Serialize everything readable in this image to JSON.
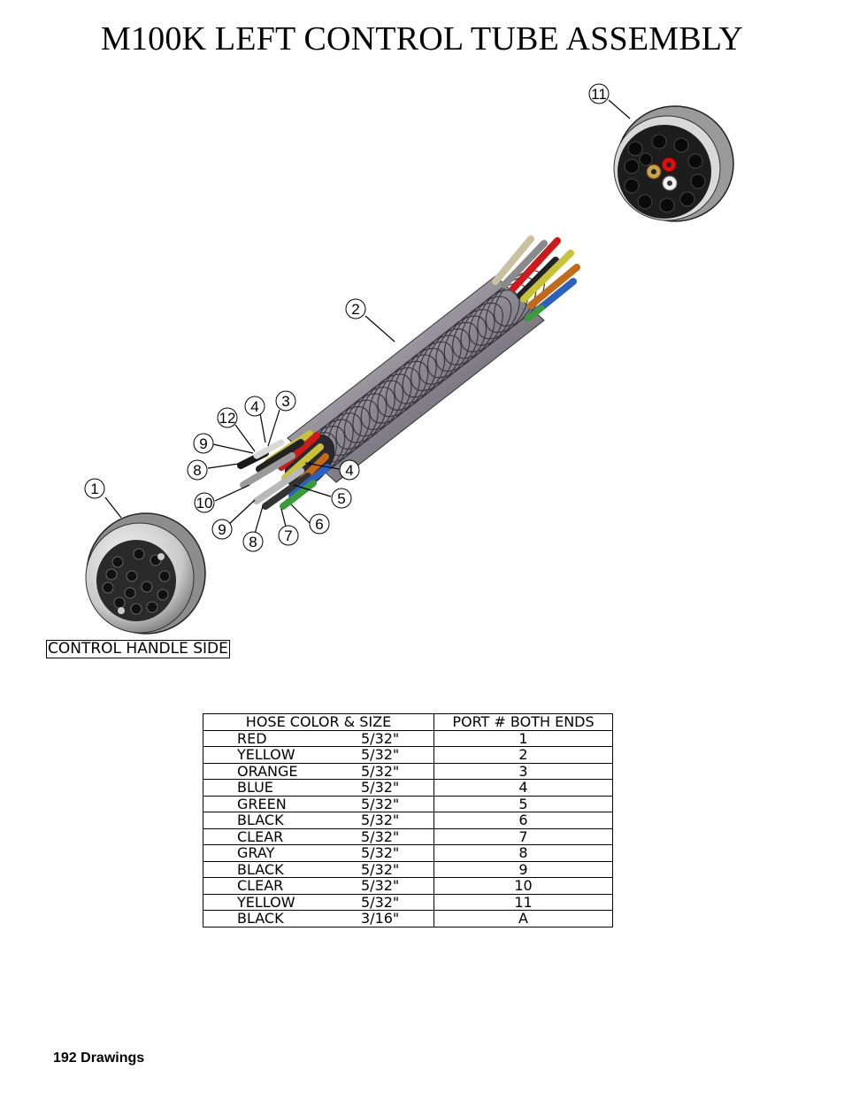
{
  "title": "M100K LEFT CONTROL TUBE ASSEMBLY",
  "control_handle_label": "CONTROL HANDLE SIDE",
  "callouts": [
    "11",
    "2",
    "3",
    "4",
    "12",
    "9",
    "8",
    "4",
    "5",
    "1",
    "10",
    "6",
    "9",
    "8",
    "7"
  ],
  "table": {
    "headers": [
      "HOSE COLOR & SIZE",
      "PORT # BOTH ENDS"
    ],
    "rows": [
      {
        "color": "RED",
        "size": "5/32\"",
        "port": "1"
      },
      {
        "color": "YELLOW",
        "size": "5/32\"",
        "port": "2"
      },
      {
        "color": "ORANGE",
        "size": "5/32\"",
        "port": "3"
      },
      {
        "color": "BLUE",
        "size": "5/32\"",
        "port": "4"
      },
      {
        "color": "GREEN",
        "size": "5/32\"",
        "port": "5"
      },
      {
        "color": "BLACK",
        "size": "5/32\"",
        "port": "6"
      },
      {
        "color": "CLEAR",
        "size": "5/32\"",
        "port": "7"
      },
      {
        "color": "GRAY",
        "size": "5/32\"",
        "port": "8"
      },
      {
        "color": "BLACK",
        "size": "5/32\"",
        "port": "9"
      },
      {
        "color": "CLEAR",
        "size": "5/32\"",
        "port": "10"
      },
      {
        "color": "YELLOW",
        "size": "5/32\"",
        "port": "11"
      },
      {
        "color": "BLACK",
        "size": "3/16\"",
        "port": "A"
      }
    ]
  },
  "footer": "192  Drawings"
}
